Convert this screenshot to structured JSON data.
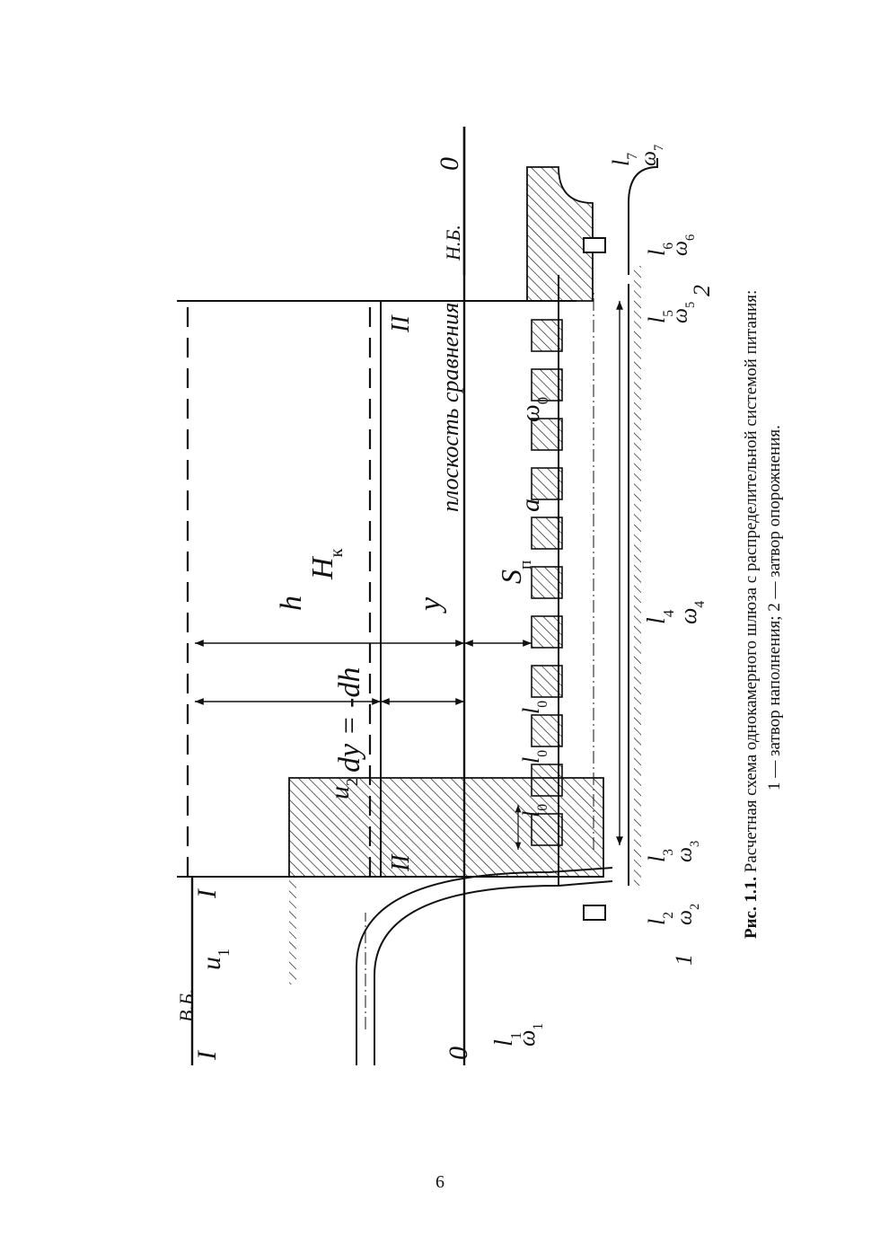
{
  "caption": {
    "bold": "Рис. 1.1.",
    "line1": " Расчетная схема однокамерного шлюза с распределительной системой питания:",
    "line2": "1 — затвор наполнения; 2 — затвор опорожнения."
  },
  "page_number": "6",
  "labels": {
    "I_left": "I",
    "I_right": "I",
    "vb": "В.Б.",
    "u1": "u",
    "u1_sub": "1",
    "u2": "u",
    "u2_sub": "2",
    "dy": "dy = -dh",
    "h": "h",
    "y": "y",
    "Hk": "H",
    "Hk_sub": "к",
    "II_left": "II",
    "II_right": "II",
    "plane": "плоскость сравнения",
    "zero_left": "0",
    "zero_right": "0",
    "nb": "Н.Б.",
    "Sn": "S",
    "Sn_sub": "п",
    "a": "a",
    "omega0": "ω",
    "omega0_sub": "0",
    "l0": "l",
    "l0_sub": "0",
    "l1": "l",
    "l1_sub": "1",
    "omega1": "ω",
    "omega1_sub": "1",
    "l2": "l",
    "l2_sub": "2",
    "omega2": "ω",
    "omega2_sub": "2",
    "l3": "l",
    "l3_sub": "3",
    "omega3": "ω",
    "omega3_sub": "3",
    "l4": "l",
    "l4_sub": "4",
    "omega4": "ω",
    "omega4_sub": "4",
    "l5": "l",
    "l5_sub": "5",
    "omega5": "ω",
    "omega5_sub": "5",
    "l6": "l",
    "l6_sub": "6",
    "omega6": "ω",
    "omega6_sub": "6",
    "l7": "l",
    "l7_sub": "7",
    "omega7": "ω",
    "omega7_sub": "7",
    "gate1": "1",
    "gate2": "2"
  }
}
